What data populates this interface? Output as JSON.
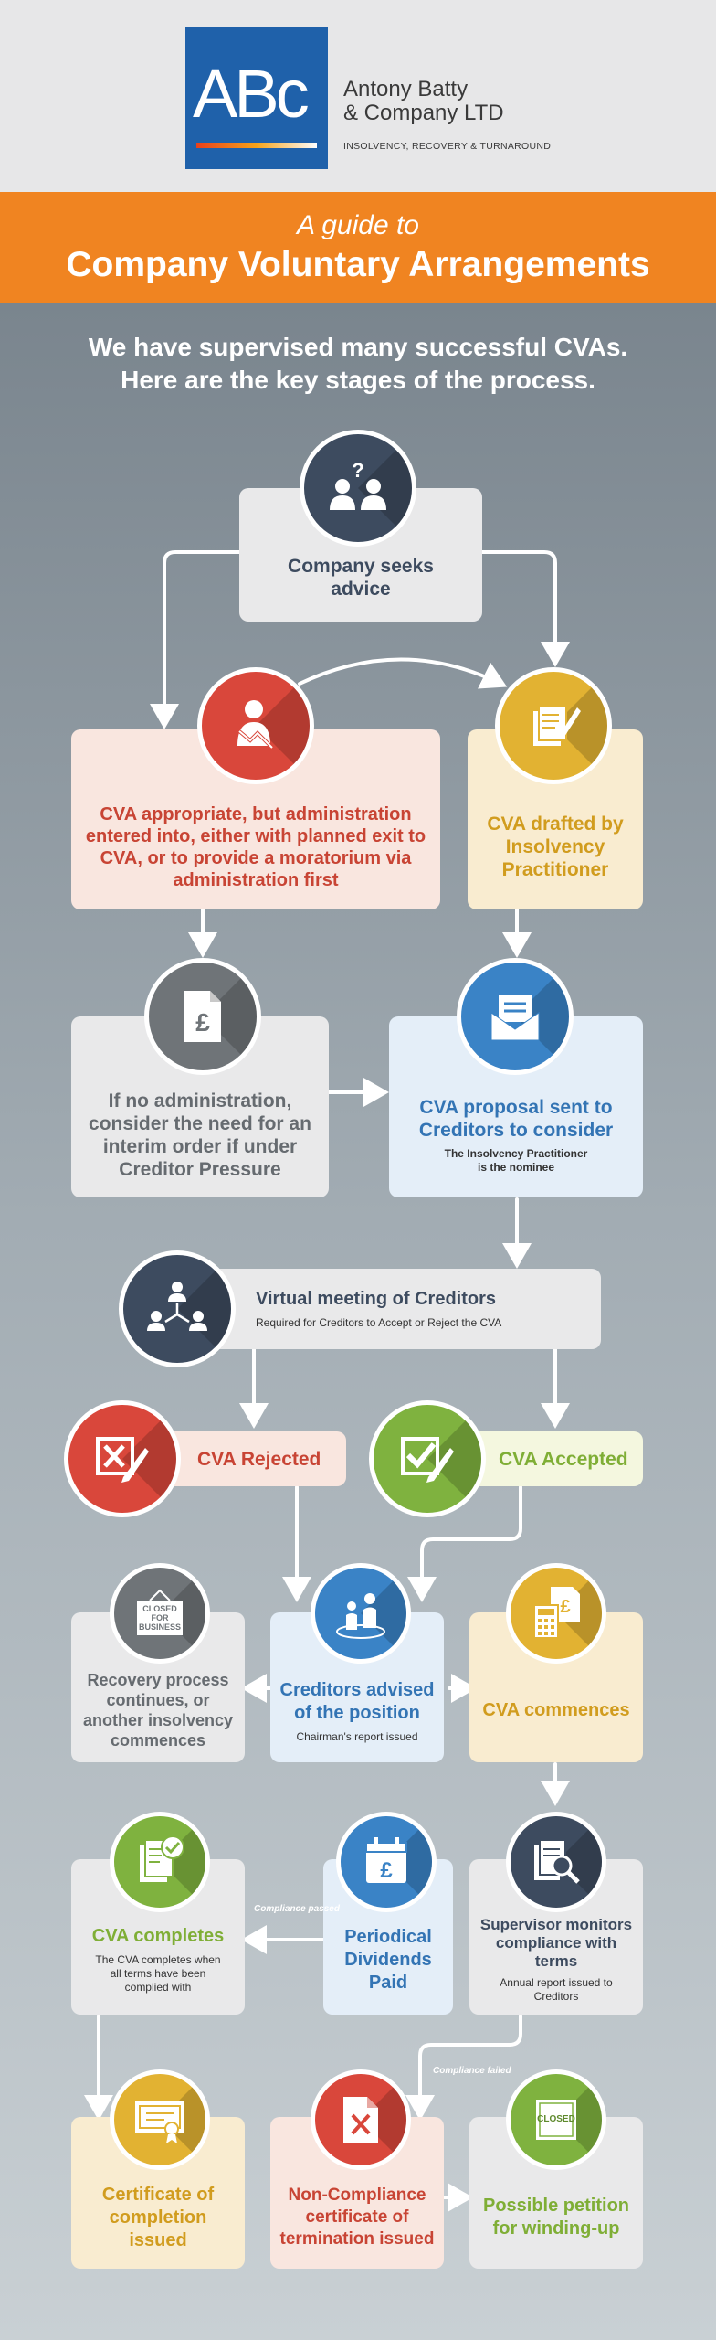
{
  "header": {
    "logo_text": "ABc",
    "company_line1": "Antony Batty",
    "company_line2": "& Company LTD",
    "company_sub": "INSOLVENCY, RECOVERY & TURNAROUND"
  },
  "banner": {
    "line1": "A guide to",
    "line2": "Company Voluntary Arrangements"
  },
  "intro": {
    "line1": "We have supervised many successful CVAs.",
    "line2": "Here are the key stages of the process."
  },
  "stages": {
    "seeks_advice": "Company seeks advice",
    "admin_first": "CVA appropriate, but administration entered into, either with planned exit to CVA, or to provide a moratorium via administration first",
    "cva_drafted": "CVA drafted by Insolvency Practitioner",
    "interim_order": "If no administration, consider the need for an interim order if under Creditor Pressure",
    "proposal_sent": "CVA proposal sent to Creditors to consider",
    "proposal_sub": "The Insolvency Practitioner is the nominee",
    "virtual_meeting": "Virtual meeting of Creditors",
    "virtual_meeting_sub": "Required for Creditors to Accept or Reject the CVA",
    "rejected": "CVA Rejected",
    "accepted": "CVA Accepted",
    "recovery": "Recovery process continues, or another insolvency commences",
    "closed_sign": "CLOSED FOR BUSINESS",
    "creditors_advised": "Creditors advised of the position",
    "creditors_advised_sub": "Chairman's report issued",
    "commences": "CVA commences",
    "completes": "CVA completes",
    "completes_sub": "The CVA completes when all terms have been complied with",
    "dividends": "Periodical Dividends Paid",
    "supervisor": "Supervisor monitors compliance with terms",
    "supervisor_sub": "Annual report issued to Creditors",
    "certificate": "Certificate of completion issued",
    "noncompliance": "Non-Compliance certificate of termination issued",
    "petition": "Possible petition for winding-up",
    "closed_stamp": "CLOSED"
  },
  "notes": {
    "compliance_passed": "Compliance passed",
    "compliance_failed": "Compliance failed"
  },
  "colors": {
    "orange": "#f08421",
    "brand_blue": "#1f61aa",
    "slate": "#3d4b5f",
    "red": "#d9473b",
    "gold": "#e2b232",
    "blue": "#3a83c6",
    "green": "#7fb23f"
  },
  "icons": {
    "seeks_advice": "people-question-icon",
    "admin_first": "person-graph-icon",
    "cva_drafted": "documents-pen-icon",
    "interim_order": "pound-document-icon",
    "proposal_sent": "envelope-icon",
    "virtual_meeting": "network-people-icon",
    "rejected": "reject-pen-icon",
    "accepted": "accept-pen-icon",
    "recovery": "closed-sign-icon",
    "creditors_advised": "people-spotlight-icon",
    "commences": "calculator-pound-icon",
    "completes": "document-check-icon",
    "dividends": "calendar-pound-icon",
    "supervisor": "documents-magnifier-icon",
    "certificate": "certificate-icon",
    "noncompliance": "document-x-icon",
    "petition": "closed-stamp-icon"
  }
}
